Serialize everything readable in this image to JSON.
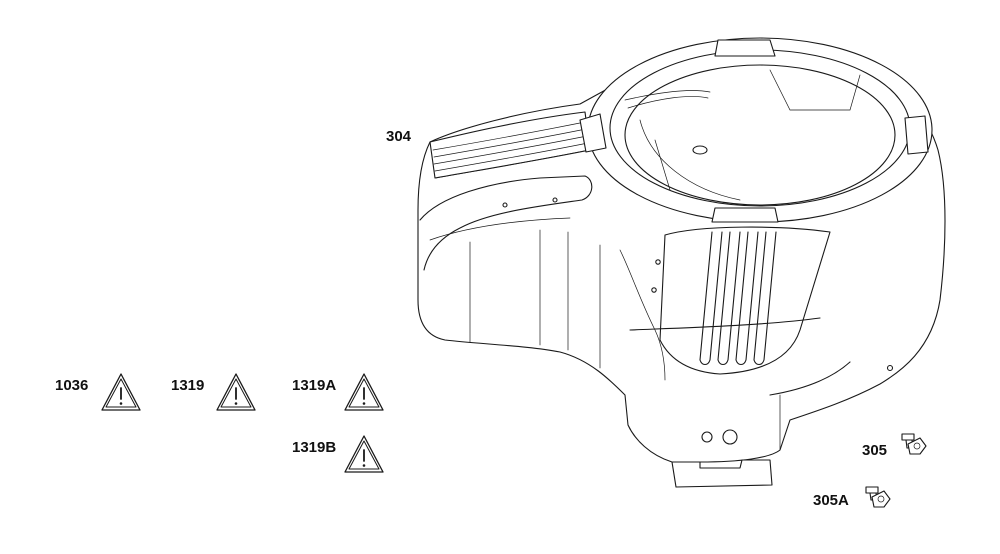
{
  "callouts": {
    "blower_housing": "304",
    "screw_a": "305",
    "screw_b": "305A"
  },
  "warnings": [
    {
      "code": "1036",
      "icon": "warning-triangle-icon"
    },
    {
      "code": "1319",
      "icon": "warning-triangle-icon"
    },
    {
      "code": "1319A",
      "icon": "warning-triangle-icon"
    },
    {
      "code": "1319B",
      "icon": "warning-triangle-icon"
    }
  ]
}
